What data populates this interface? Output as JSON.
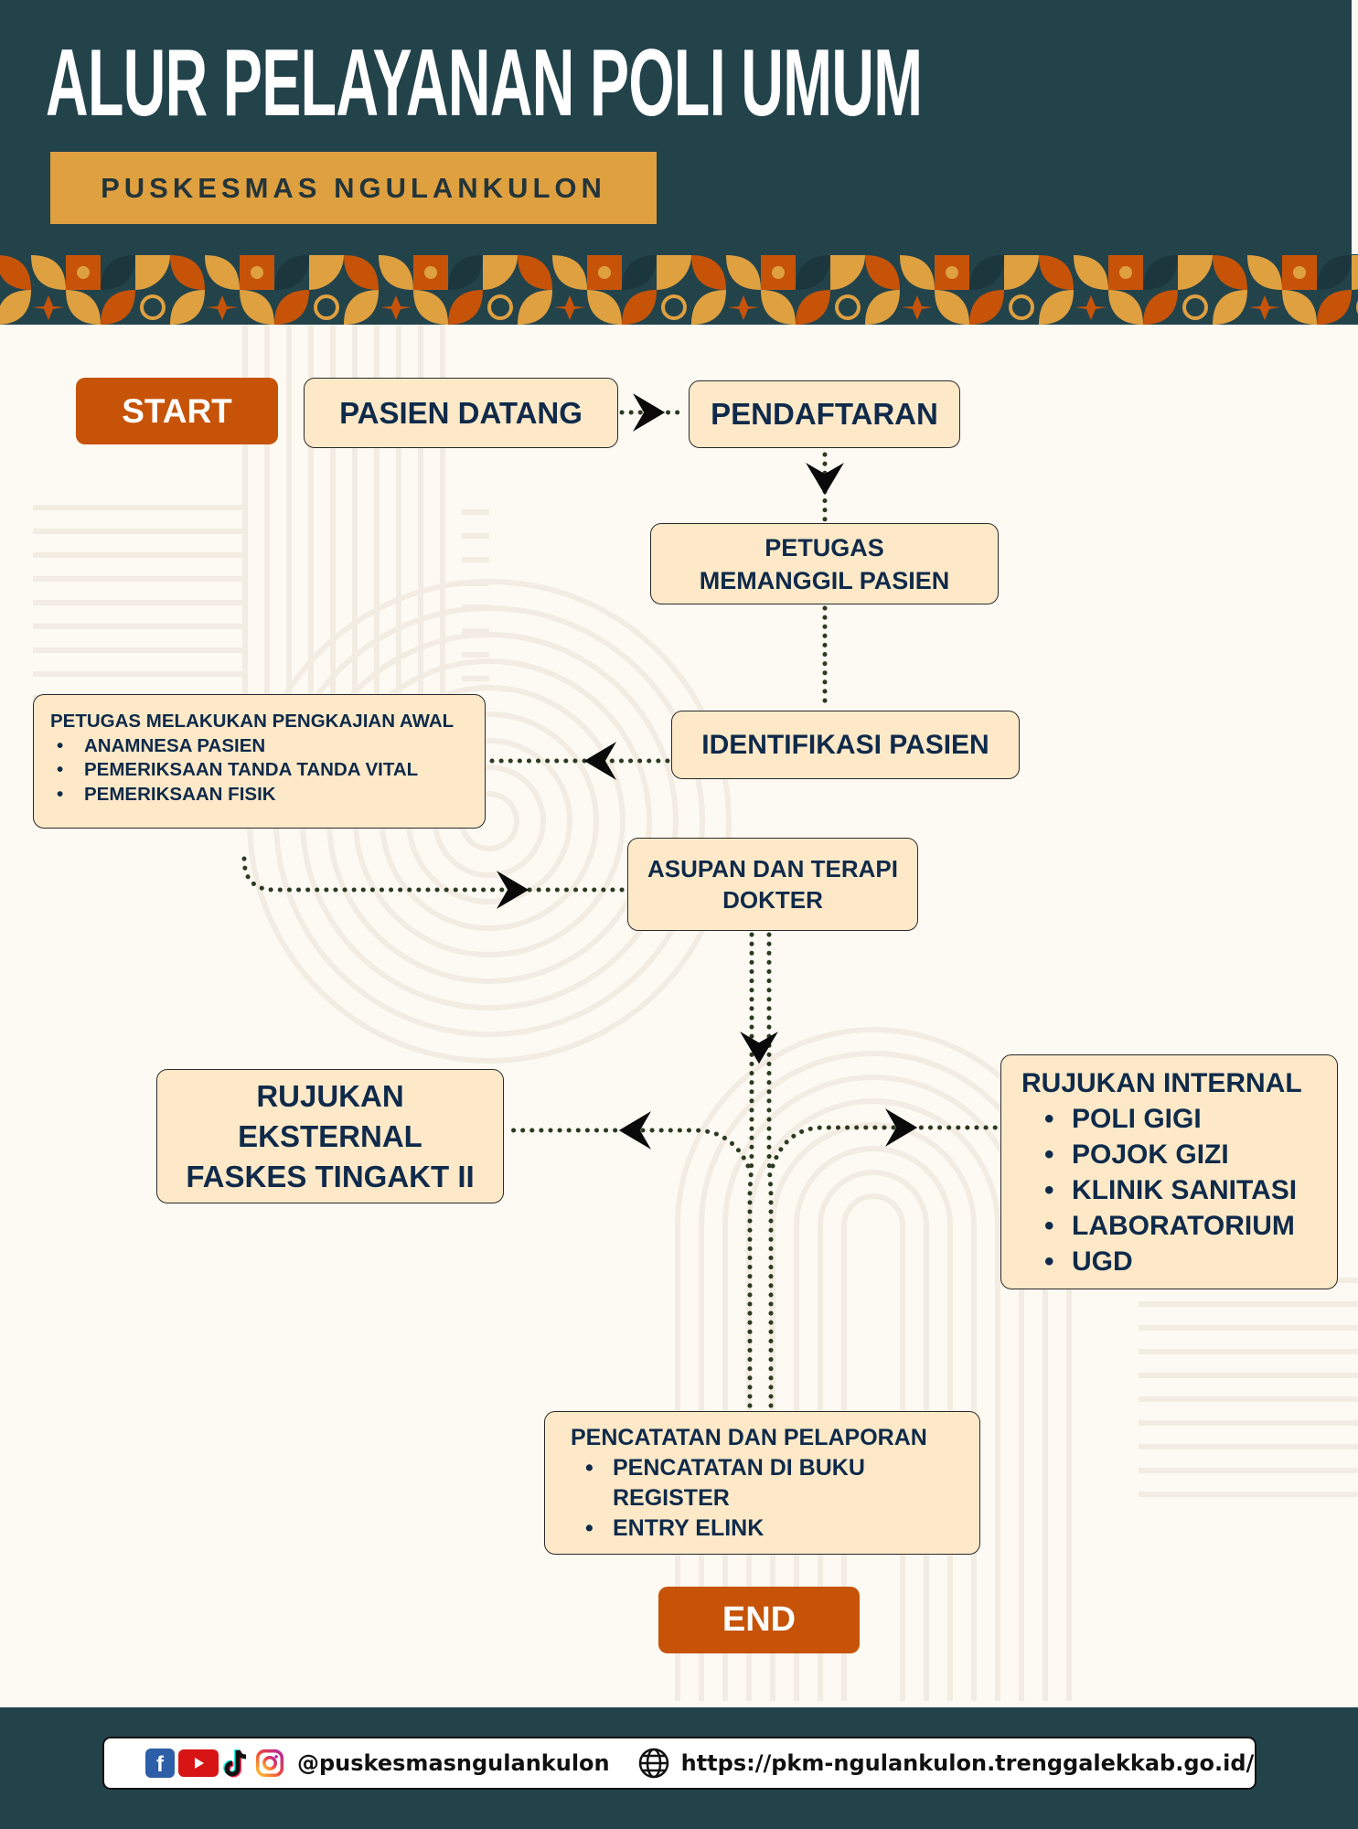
{
  "header": {
    "title": "ALUR PELAYANAN POLI UMUM",
    "subtitle": "PUSKESMAS NGULANKULON"
  },
  "colors": {
    "header_bg": "#23434b",
    "accent_gold": "#dfa040",
    "accent_orange": "#c65308",
    "box_fill": "#fde9c8",
    "text_navy": "#0f2a4a",
    "page_bg": "#fdfaf4"
  },
  "flow": {
    "start": "START",
    "end": "END",
    "pasien_datang": "PASIEN DATANG",
    "pendaftaran": "PENDAFTARAN",
    "petugas_memanggil": [
      "PETUGAS",
      "MEMANGGIL PASIEN"
    ],
    "identifikasi": "IDENTIFIKASI PASIEN",
    "pengkajian": {
      "title": "PETUGAS MELAKUKAN PENGKAJIAN AWAL",
      "items": [
        "ANAMNESA PASIEN",
        "PEMERIKSAAN TANDA TANDA VITAL",
        "PEMERIKSAAN FISIK"
      ]
    },
    "asupan": [
      "ASUPAN DAN TERAPI",
      "DOKTER"
    ],
    "rujukan_eksternal": [
      "RUJUKAN",
      "EKSTERNAL",
      "FASKES TINGAKT II"
    ],
    "rujukan_internal": {
      "title": "RUJUKAN INTERNAL",
      "items": [
        "POLI GIGI",
        "POJOK GIZI",
        "KLINIK SANITASI",
        "LABORATORIUM",
        "UGD"
      ]
    },
    "pencatatan": {
      "title": "PENCATATAN DAN PELAPORAN",
      "items": [
        "PENCATATAN DI BUKU REGISTER",
        "ENTRY ELINK"
      ]
    }
  },
  "footer": {
    "social_icons": [
      "facebook-icon",
      "youtube-icon",
      "tiktok-icon",
      "instagram-icon"
    ],
    "social_handle": "@puskesmasngulankulon",
    "website_icon": "globe-icon",
    "website_url": "https://pkm-ngulankulon.trenggalekkab.go.id/"
  }
}
